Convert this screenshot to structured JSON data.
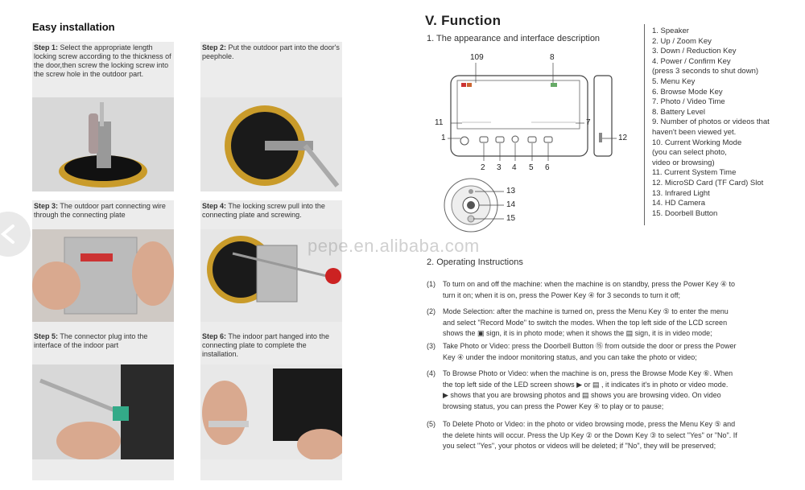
{
  "left": {
    "title": "Easy installation",
    "steps": [
      {
        "label": "Step 1:",
        "text": "Select the appropriate length locking screw according to the thickness of the door,then screw the locking screw into the screw hole in the outdoor part."
      },
      {
        "label": "Step 2:",
        "text": "Put the outdoor part into the door's peephole."
      },
      {
        "label": "Step 3:",
        "text": "The outdoor part connecting wire through the connecting plate"
      },
      {
        "label": "Step 4:",
        "text": "The locking screw pull into the connecting plate and screwing."
      },
      {
        "label": "Step 5:",
        "text": "The connector plug into the interface of the indoor part"
      },
      {
        "label": "Step 6:",
        "text": "The indoor part hanged into the connecting plate to complete the installation."
      }
    ]
  },
  "watermark": "pepe.en.alibaba.com",
  "right": {
    "title": "V. Function",
    "section1": "1. The appearance and interface description",
    "section2": "2. Operating Instructions",
    "diagram_labels": {
      "l109": "109",
      "l8": "8",
      "l11": "11",
      "l7": "7",
      "l1": "1",
      "l12": "12",
      "l2": "2",
      "l3": "3",
      "l4": "4",
      "l5": "5",
      "l6": "6",
      "l13": "13",
      "l14": "14",
      "l15": "15"
    },
    "legend": [
      "1.  Speaker",
      "2.  Up / Zoom Key",
      "3.  Down / Reduction Key",
      "4.  Power / Confirm Key",
      "     (press 3 seconds to shut down)",
      "5.  Menu Key",
      "6.  Browse Mode Key",
      "7.  Photo / Video Time",
      "8.  Battery Level",
      "9.  Number of photos or videos that",
      "     haven't been viewed yet.",
      "10. Current Working Mode",
      "     (you can select photo,",
      "     video or browsing)",
      "11. Current System Time",
      "12. MicroSD Card (TF Card) Slot",
      "13. Infrared Light",
      "14. HD Camera",
      "15. Doorbell Button"
    ],
    "instructions": [
      {
        "num": "(1)",
        "lines": [
          "To turn on and off the machine: when the machine is on standby, press the Power Key ④ to",
          "turn it on; when it is on, press the Power Key ④ for 3 seconds to turn it off;"
        ]
      },
      {
        "num": "(2)",
        "lines": [
          "Mode Selection: after the machine is turned on, press the Menu Key ⑤ to enter the menu",
          "and select \"Record Mode\" to switch the modes. When the top left side of the LCD screen",
          "shows the ▣ sign, it is in photo mode; when it shows the ▤ sign, it is in video mode;"
        ]
      },
      {
        "num": "(3)",
        "lines": [
          "Take Photo or Video: press the Doorbell Button ⑮ from outside the door or press the Power",
          "Key ④ under the indoor monitoring status, and you can take the photo or video;"
        ]
      },
      {
        "num": "(4)",
        "lines": [
          "To Browse Photo or Video: when the machine is on, press the Browse Mode Key ⑥. When",
          "the top left side of the LED screen shows ▶ or ▤ , it indicates it's in photo or video mode.",
          "▶  shows that you are browsing photos and ▤ shows you are browsing video. On video",
          "browsing status, you can press the Power Key ④ to play or to pause;"
        ]
      },
      {
        "num": "(5)",
        "lines": [
          "To Delete Photo or Video: in the photo or video browsing mode, press the Menu Key ⑤ and",
          "the delete hints will occur. Press the Up Key ② or the Down Key ③ to select \"Yes\" or \"No\". If",
          "you select \"Yes\", your photos or videos will be deleted; if \"No\", they will be preserved;"
        ]
      }
    ]
  }
}
